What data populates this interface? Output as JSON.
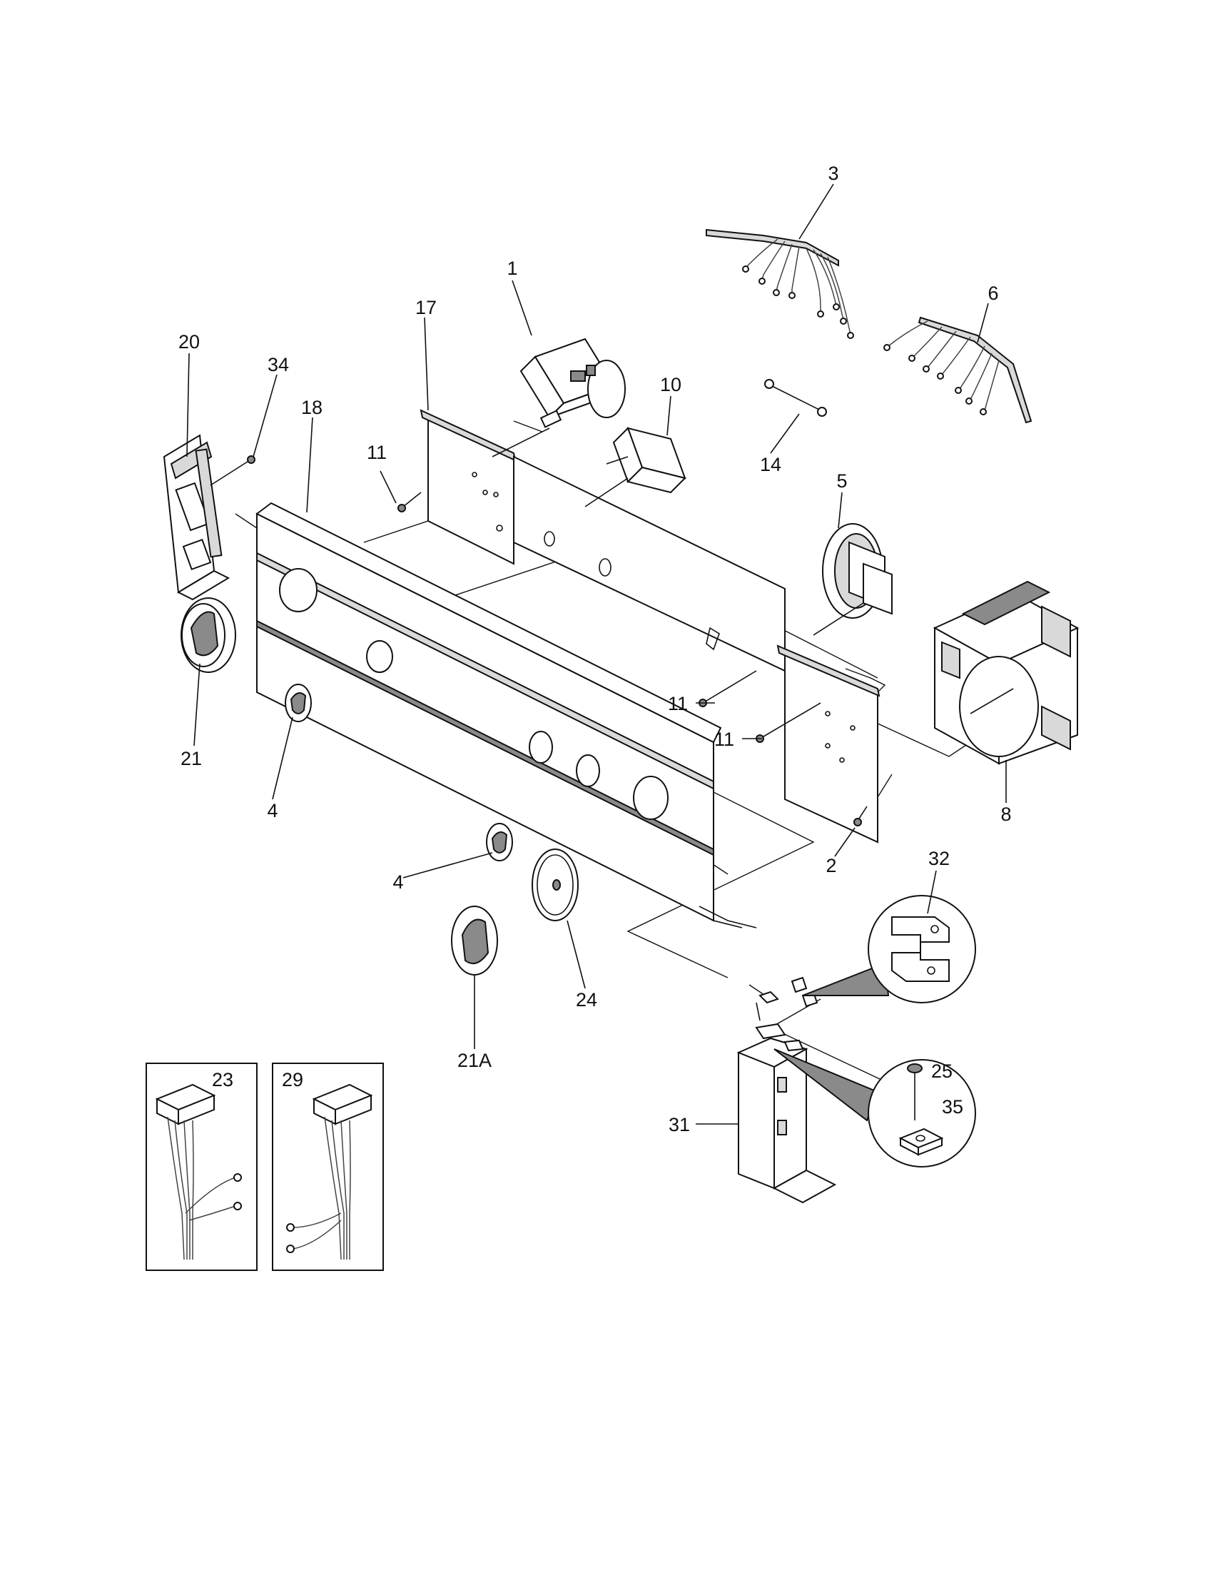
{
  "diagram": {
    "parts": [
      {
        "id": "p1",
        "label": "1"
      },
      {
        "id": "p2",
        "label": "2"
      },
      {
        "id": "p3",
        "label": "3"
      },
      {
        "id": "p4a",
        "label": "4"
      },
      {
        "id": "p4b",
        "label": "4"
      },
      {
        "id": "p5",
        "label": "5"
      },
      {
        "id": "p6",
        "label": "6"
      },
      {
        "id": "p8",
        "label": "8"
      },
      {
        "id": "p10",
        "label": "10"
      },
      {
        "id": "p11a",
        "label": "11"
      },
      {
        "id": "p11b",
        "label": "11"
      },
      {
        "id": "p11c",
        "label": "11"
      },
      {
        "id": "p14",
        "label": "14"
      },
      {
        "id": "p17",
        "label": "17"
      },
      {
        "id": "p18",
        "label": "18"
      },
      {
        "id": "p20",
        "label": "20"
      },
      {
        "id": "p21",
        "label": "21"
      },
      {
        "id": "p21a",
        "label": "21A"
      },
      {
        "id": "p23",
        "label": "23"
      },
      {
        "id": "p24",
        "label": "24"
      },
      {
        "id": "p25",
        "label": "25"
      },
      {
        "id": "p29",
        "label": "29"
      },
      {
        "id": "p31",
        "label": "31"
      },
      {
        "id": "p32",
        "label": "32"
      },
      {
        "id": "p34",
        "label": "34"
      },
      {
        "id": "p35",
        "label": "35"
      }
    ]
  }
}
